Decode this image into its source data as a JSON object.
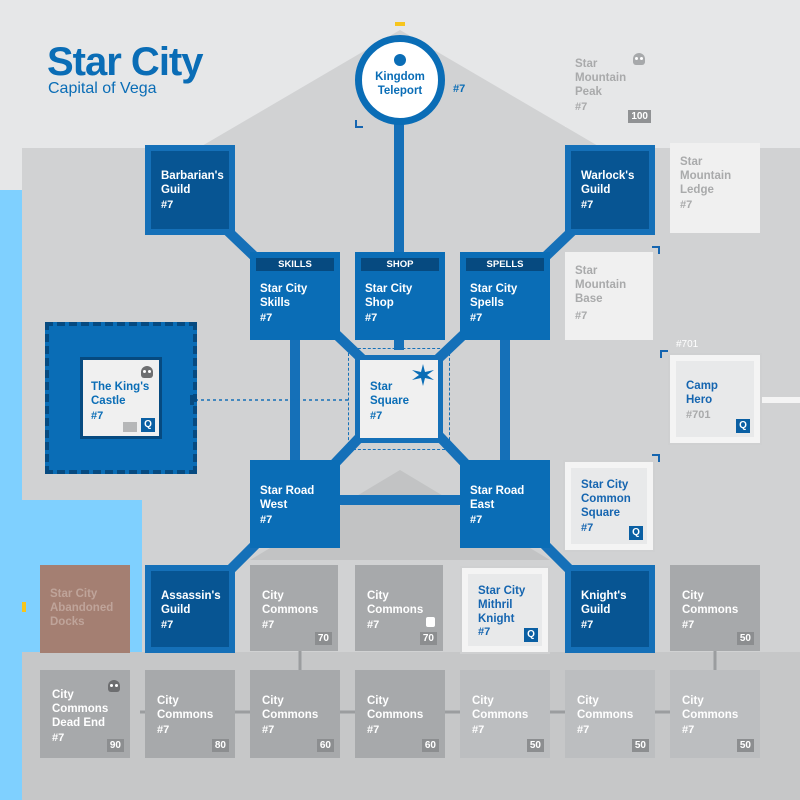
{
  "title": "Star City",
  "subtitle": "Capital of Vega",
  "colors": {
    "accent": "#0a6db6",
    "dark_room": "#075593",
    "path": "#1570b8",
    "grey_room": "#a7a9ab",
    "water": "#7fd0ff",
    "docks": "#a47f72"
  },
  "teleport": {
    "name": "Kingdom\nTeleport",
    "level": "#7"
  },
  "rooms": {
    "barbarians_guild": {
      "name": "Barbarian's\nGuild",
      "level": "#7"
    },
    "warlocks_guild": {
      "name": "Warlock's\nGuild",
      "level": "#7"
    },
    "skills": {
      "header": "SKILLS",
      "name": "Star City\nSkills",
      "level": "#7"
    },
    "shop": {
      "header": "SHOP",
      "name": "Star City\nShop",
      "level": "#7"
    },
    "spells": {
      "header": "SPELLS",
      "name": "Star City\nSpells",
      "level": "#7"
    },
    "star_square": {
      "name": "Star\nSquare",
      "level": "#7"
    },
    "kings_castle": {
      "name": "The King's\nCastle",
      "level": "#7",
      "quest": "Q"
    },
    "road_west": {
      "name": "Star Road\nWest",
      "level": "#7"
    },
    "road_east": {
      "name": "Star Road\nEast",
      "level": "#7"
    },
    "common_square": {
      "name": "Star City\nCommon\nSquare",
      "level": "#7",
      "quest": "Q"
    },
    "camp_hero": {
      "name": "Camp\nHero",
      "level": "#701",
      "tag": "#701",
      "quest": "Q"
    },
    "mountain_peak": {
      "name": "Star\nMountain\nPeak",
      "level": "#7",
      "num": "100"
    },
    "mountain_ledge": {
      "name": "Star\nMountain\nLedge",
      "level": "#7"
    },
    "mountain_base": {
      "name": "Star\nMountain\nBase",
      "level": "#7"
    },
    "abandoned_docks": {
      "name": "Star City\nAbandoned\nDocks"
    },
    "assassins_guild": {
      "name": "Assassin's\nGuild",
      "level": "#7"
    },
    "mithril_knight": {
      "name": "Star City\nMithril\nKnight",
      "level": "#7",
      "quest": "Q"
    },
    "knights_guild": {
      "name": "Knight's\nGuild",
      "level": "#7"
    },
    "commons_r1_1": {
      "name": "City\nCommons",
      "level": "#7",
      "num": "70"
    },
    "commons_r1_2": {
      "name": "City\nCommons",
      "level": "#7",
      "num": "70"
    },
    "commons_r1_3": {
      "name": "City\nCommons",
      "level": "#7",
      "num": "50"
    },
    "dead_end": {
      "name": "City\nCommons\nDead End",
      "level": "#7",
      "num": "90"
    },
    "commons_r2_1": {
      "name": "City\nCommons",
      "level": "#7",
      "num": "80"
    },
    "commons_r2_2": {
      "name": "City\nCommons",
      "level": "#7",
      "num": "60"
    },
    "commons_r2_3": {
      "name": "City\nCommons",
      "level": "#7",
      "num": "60"
    },
    "commons_r2_4": {
      "name": "City\nCommons",
      "level": "#7",
      "num": "50"
    },
    "commons_r2_5": {
      "name": "City\nCommons",
      "level": "#7",
      "num": "50"
    },
    "commons_r2_6": {
      "name": "City\nCommons",
      "level": "#7",
      "num": "50"
    }
  }
}
